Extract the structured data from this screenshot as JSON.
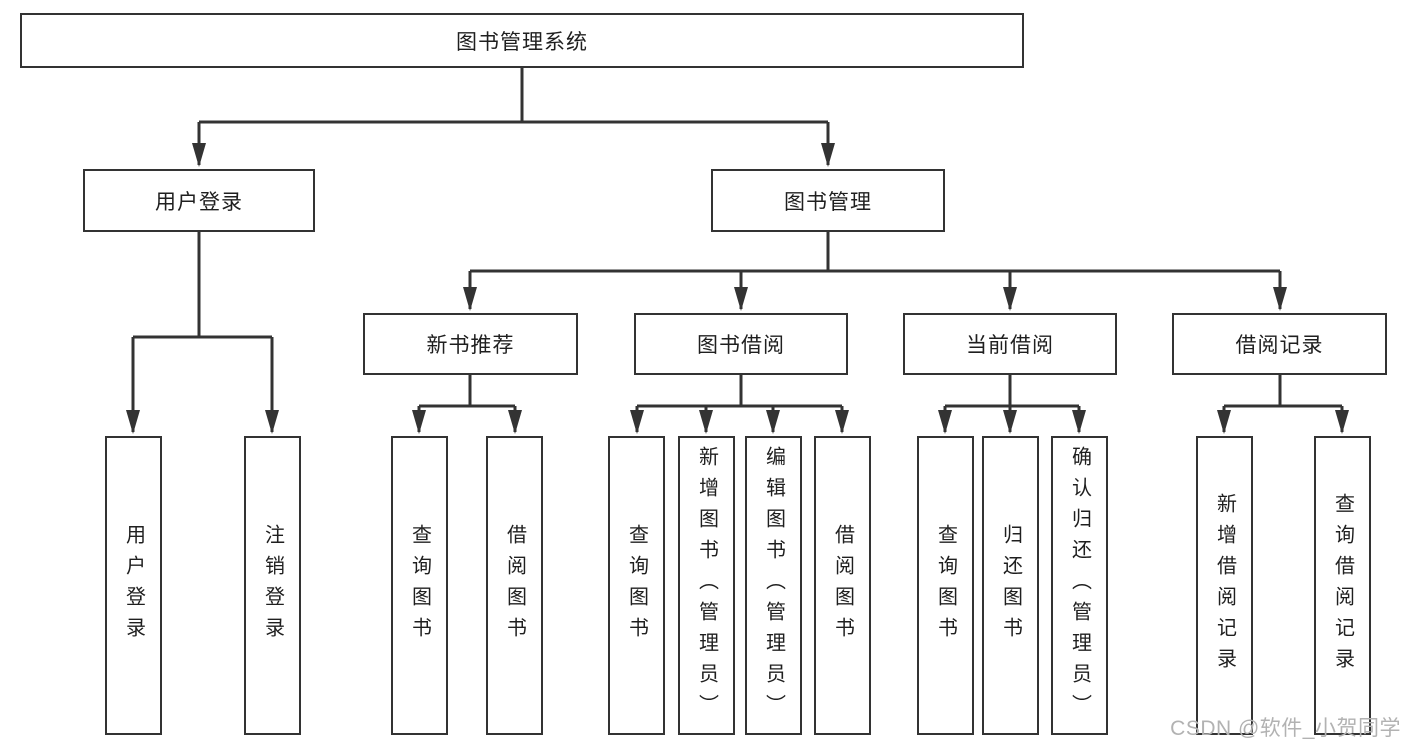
{
  "diagram_title": "图书管理系统",
  "tree": {
    "label": "图书管理系统",
    "children": [
      {
        "label": "用户登录",
        "children": [
          {
            "label": "用户登录"
          },
          {
            "label": "注销登录"
          }
        ]
      },
      {
        "label": "图书管理",
        "children": [
          {
            "label": "新书推荐",
            "children": [
              {
                "label": "查询图书"
              },
              {
                "label": "借阅图书"
              }
            ]
          },
          {
            "label": "图书借阅",
            "children": [
              {
                "label": "查询图书"
              },
              {
                "label": "新增图书（管理员）"
              },
              {
                "label": "编辑图书（管理员）"
              },
              {
                "label": "借阅图书"
              }
            ]
          },
          {
            "label": "当前借阅",
            "children": [
              {
                "label": "查询图书"
              },
              {
                "label": "归还图书"
              },
              {
                "label": "确认归还（管理员）"
              }
            ]
          },
          {
            "label": "借阅记录",
            "children": [
              {
                "label": "新增借阅记录"
              },
              {
                "label": "查询借阅记录"
              }
            ]
          }
        ]
      }
    ]
  },
  "watermark": {
    "text": "CSDN @软件_小贺同学"
  },
  "colors": {
    "line": "#333333",
    "box_border": "#333333",
    "box_fill": "#ffffff",
    "background": "#ffffff",
    "text": "#1f1f1f",
    "watermark": "#b2b2b2"
  }
}
